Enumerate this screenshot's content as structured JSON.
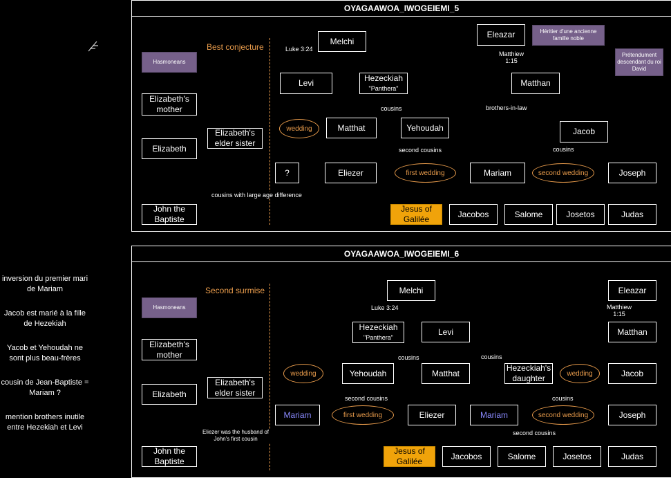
{
  "side_notes": [
    "inversion du premier mari de Mariam",
    "Jacob est marié à la fille de Hezekiah",
    "Yacob et Yehoudah ne sont plus beau-frères",
    "cousin de Jean-Baptiste = Mariam ?",
    "mention brothers inutile entre Hezekiah et Levi"
  ],
  "diagram1": {
    "title": "OYAGAAWOA_IWOGEIEMI_5",
    "section_label": "Best conjecture",
    "hasmoneans": "Hasmoneans",
    "elizabeths_mother": "Elizabeth's mother",
    "elizabeth": "Elizabeth",
    "john": "John the Baptiste",
    "elder_sister": "Elizabeth's elder sister",
    "wedding": "wedding",
    "melchi": "Melchi",
    "luke": "Luke 3:24",
    "levi": "Levi",
    "hezeckiah": "Hezeckiah",
    "panthera": "\"Panthera\"",
    "matthat": "Matthat",
    "yehoudah": "Yehoudah",
    "cousins_top": "cousins",
    "brothers_in_law": "brothers-in-law",
    "eleazar": "Eleazar",
    "matthiew": "Matthiew 1:15",
    "note_heritier": "Héritier d'une ancienne famille noble",
    "note_pretendument": "Prétendument descendant du roi David",
    "matthan": "Matthan",
    "jacob": "Jacob",
    "question": "?",
    "eliezer": "Eliezer",
    "first_wedding": "first wedding",
    "mariam": "Mariam",
    "second_wedding": "second wedding",
    "joseph": "Joseph",
    "second_cousins": "second cousins",
    "cousins_mid": "cousins",
    "cousins_age": "cousins with large age difference",
    "jesus": "Jesus of Galilée",
    "jacobos": "Jacobos",
    "salome": "Salome",
    "josetos": "Josetos",
    "judas": "Judas"
  },
  "diagram2": {
    "title": "OYAGAAWOA_IWOGEIEMI_6",
    "section_label": "Second surmise",
    "hasmoneans": "Hasmoneans",
    "elizabeths_mother": "Elizabeth's mother",
    "elizabeth": "Elizabeth",
    "john": "John the Baptiste",
    "elder_sister": "Elizabeth's elder sister",
    "wedding": "wedding",
    "melchi": "Melchi",
    "luke": "Luke 3:24",
    "hezeckiah": "Hezeckiah",
    "panthera": "\"Panthera\"",
    "levi": "Levi",
    "yehoudah": "Yehoudah",
    "matthat": "Matthat",
    "hezeckiahs_daughter": "Hezeckiah's daughter",
    "wedding2": "wedding",
    "cousins_a": "cousins",
    "cousins_b": "cousins",
    "eleazar": "Eleazar",
    "matthiew": "Matthiew 1:15",
    "matthan": "Matthan",
    "jacob": "Jacob",
    "mariam_left": "Mariam",
    "first_wedding": "first wedding",
    "eliezer": "Eliezer",
    "second_cousins_top": "second cousins",
    "mariam_right": "Mariam",
    "second_wedding": "second wedding",
    "joseph": "Joseph",
    "cousins_right": "cousins",
    "second_cousins_bottom": "second cousins",
    "eliezer_note": "Eliezer was the husband of John's first cousin",
    "jesus": "Jesus of Galilée",
    "jacobos": "Jacobos",
    "salome": "Salome",
    "josetos": "Josetos",
    "judas": "Judas"
  },
  "colors": {
    "background": "#000000",
    "orange": "#e89b4b",
    "blue_link": "#1f7fc0",
    "purple_note": "#76608a",
    "purple_link": "#9b7fd0",
    "jesus_fill": "#f0a30a",
    "mariam_blue": "#8a8aff"
  }
}
